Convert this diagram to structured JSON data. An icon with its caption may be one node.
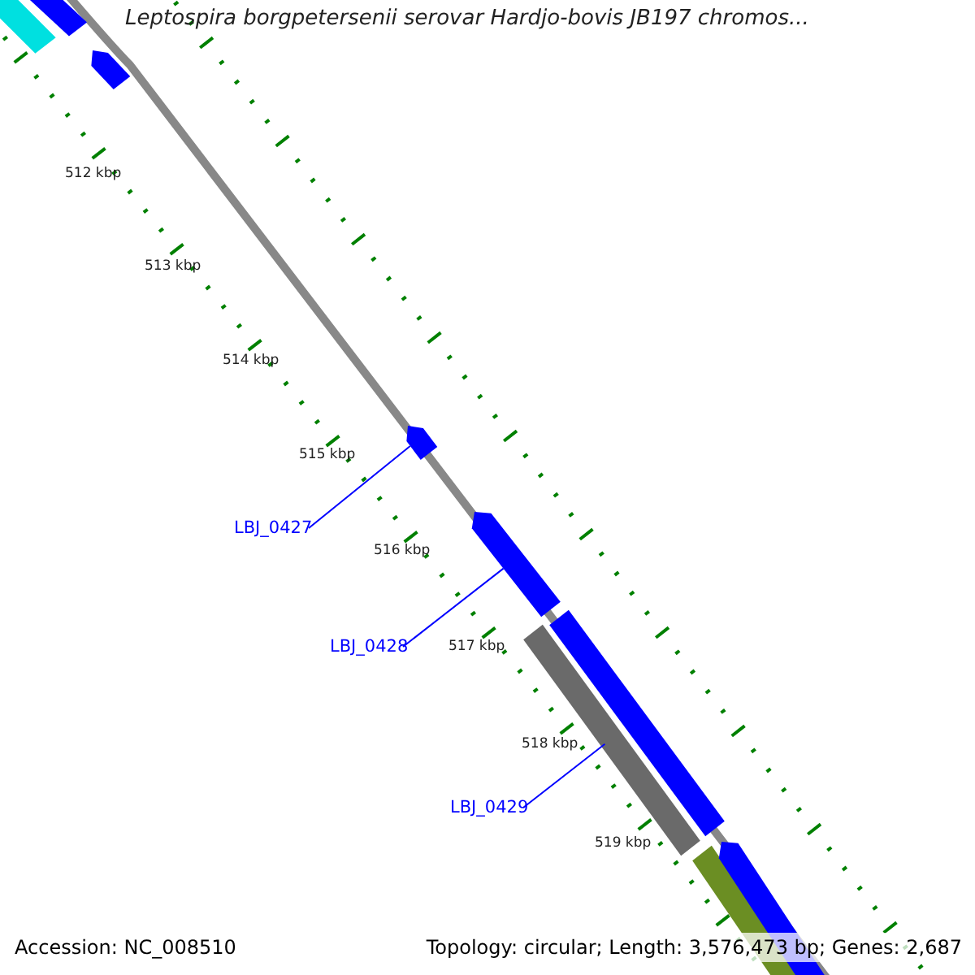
{
  "diagram": {
    "title": "Leptospira borgpetersenii serovar Hardjo-bovis JB197 chromos...",
    "nodes": [
      {
        "text": [
          "LBJ_0427"
        ]
      },
      {
        "text": [
          "LBJ_0428"
        ]
      },
      {
        "text": [
          "LBJ_0429"
        ]
      },
      {
        "text": [],
        "shape": "bar"
      },
      {
        "text": [],
        "shape": "bar"
      },
      {
        "text": [],
        "shape": "bar"
      }
    ],
    "edges": [
      {
        "from": 0,
        "to": 3,
        "arrow": "none"
      },
      {
        "from": 1,
        "to": 4,
        "arrow": "none"
      },
      {
        "from": 2,
        "to": 5,
        "arrow": "none"
      }
    ],
    "labels": [
      "512 kbp",
      "513 kbp",
      "514 kbp",
      "515 kbp",
      "516 kbp",
      "517 kbp",
      "518 kbp",
      "519 kbp",
      "Accession: NC_008510",
      "Topology: circular; Length: 3,576,473 bp; Genes: 2,687"
    ]
  }
}
